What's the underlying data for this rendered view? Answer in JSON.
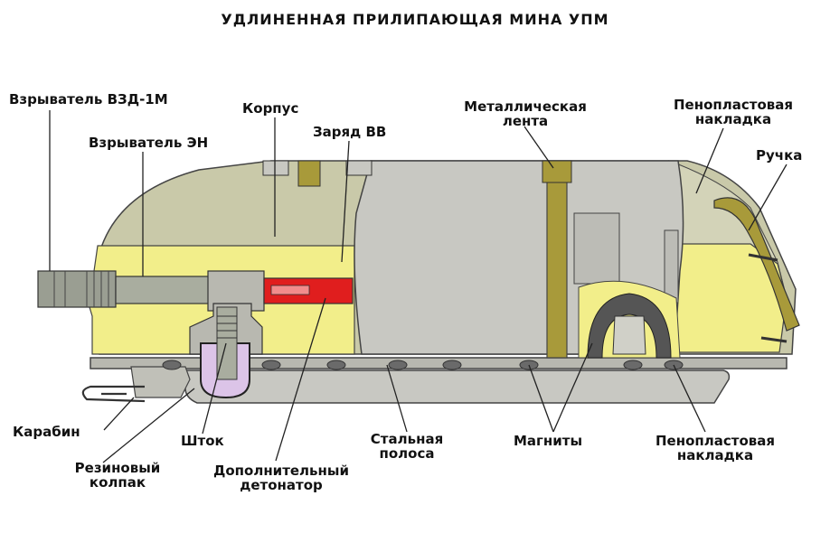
{
  "title": "УДЛИНЕННАЯ ПРИЛИПАЮЩАЯ МИНА УПМ",
  "labels": {
    "fuze_vzd": "Взрыватель ВЗД-1М",
    "fuze_en": "Взрыватель ЭН",
    "body": "Корпус",
    "charge": "Заряд ВВ",
    "metal_band": "Металлическая\nлента",
    "foam_top": "Пенопластовая\nнакладка",
    "handle": "Ручка",
    "carabiner": "Карабин",
    "rubber_cap": "Резиновый\nколпак",
    "rod": "Шток",
    "extra_detonator": "Дополнительный\nдетонатор",
    "steel_strip": "Стальная\nполоса",
    "magnets": "Магниты",
    "foam_bottom": "Пенопластовая\nнакладка"
  },
  "colors": {
    "body_gray": "#c8c8c2",
    "casing_khaki": "#c9c9a9",
    "explosive_yellow": "#f2ee8a",
    "charge_red": "#e01e1e",
    "band_olive": "#a89a3a",
    "fuze_gray": "#9a9e92",
    "cap_violet": "#dcc4e8",
    "magnet_dark": "#555555"
  }
}
